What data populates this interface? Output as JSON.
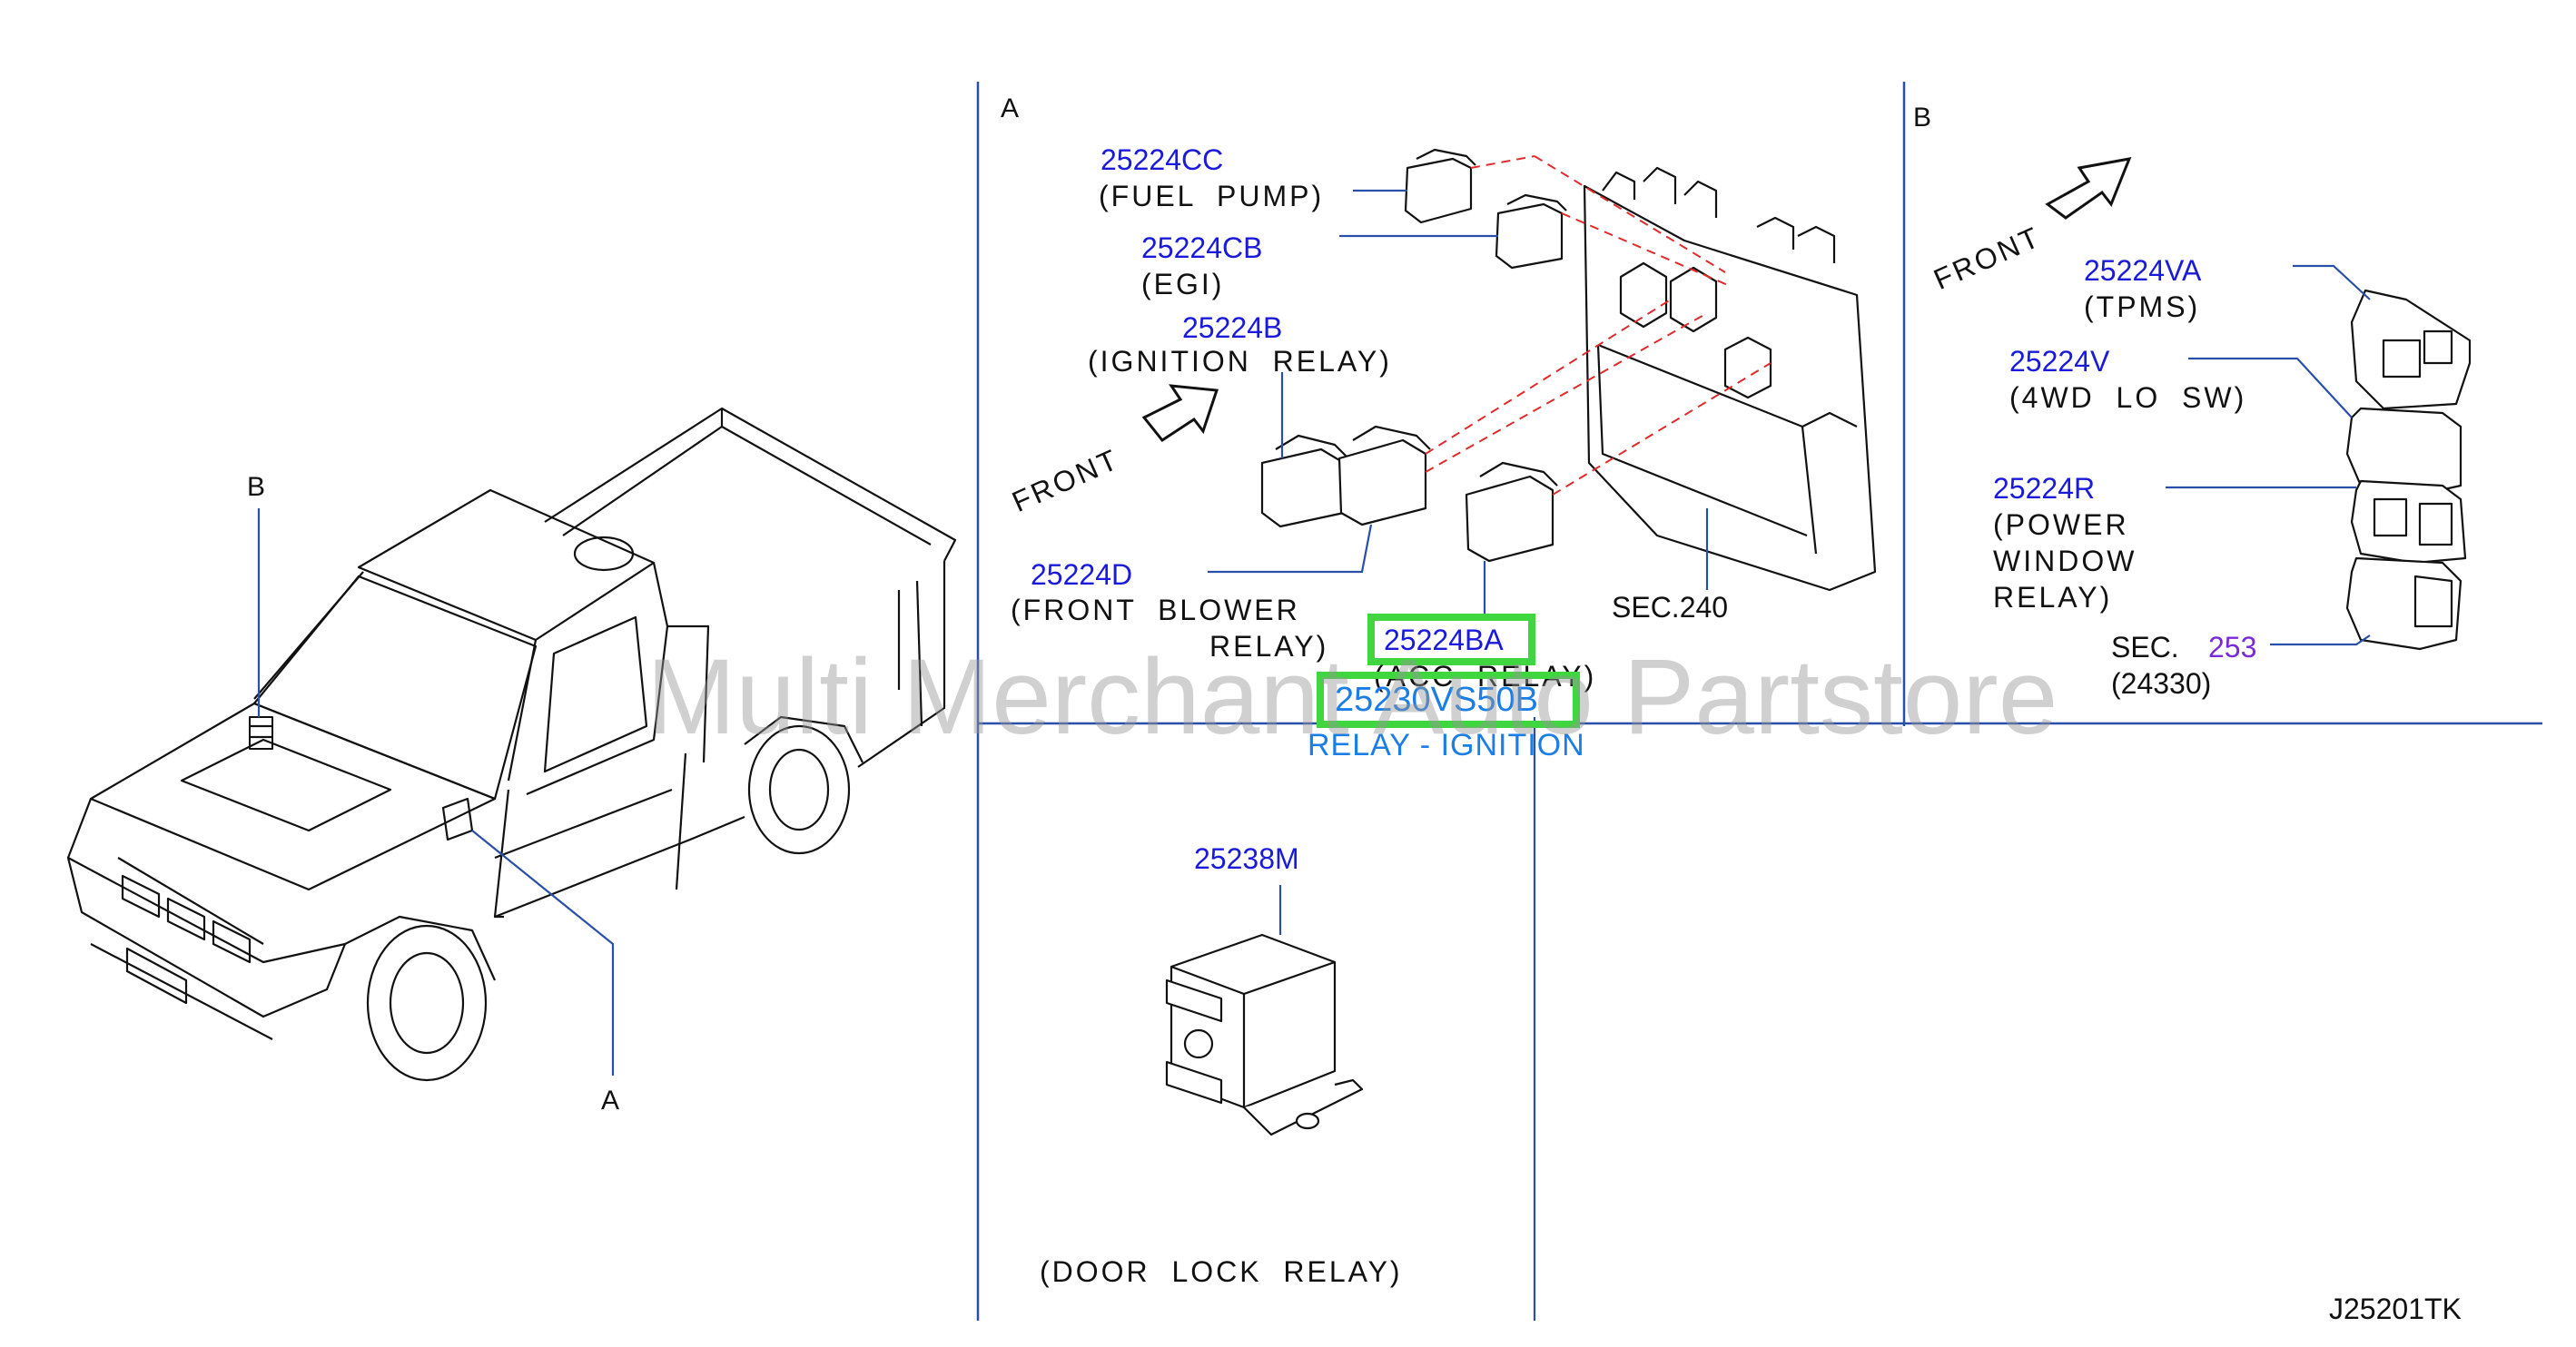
{
  "sections": {
    "overview_b": "B",
    "overview_a": "A",
    "panel_a": "A",
    "panel_b": "B"
  },
  "front_a": "FRONT",
  "front_b": "FRONT",
  "parts": {
    "fuel_pump": {
      "number": "25224CC",
      "desc": "(FUEL  PUMP)"
    },
    "egi": {
      "number": "25224CB",
      "desc": "(EGI)"
    },
    "ignition": {
      "number": "25224B",
      "desc": "(IGNITION  RELAY)"
    },
    "front_blower": {
      "number": "25224D",
      "desc1": "(FRONT  BLOWER",
      "desc2": "RELAY)"
    },
    "acc": {
      "number": "25224BA",
      "desc": "(ACC  RELAY)"
    },
    "relay_ignition": {
      "number": "25230VS50B",
      "desc": "RELAY - IGNITION"
    },
    "door_lock": {
      "number": "25238M",
      "desc": "(DOOR  LOCK  RELAY)"
    },
    "tpms": {
      "number": "25224VA",
      "desc": "(TPMS)"
    },
    "fourwd": {
      "number": "25224V",
      "desc": "(4WD  LO  SW)"
    },
    "power_window": {
      "number": "25224R",
      "desc1": "(POWER",
      "desc2": "WINDOW",
      "desc3": "RELAY)"
    }
  },
  "sec_240": "SEC.240",
  "sec_253_prefix": "SEC.",
  "sec_253_num": "253",
  "sec_253_sub": "(24330)",
  "diagram_code": "J25201TK",
  "watermark": "Multi Merchant Auto Partstore",
  "colors": {
    "part_number": "#1a1adb",
    "leader": "#2a4fa8",
    "highlight": "#3fd63f",
    "sec_link": "#7a2bd9",
    "subtitle": "#1a7ee6"
  }
}
